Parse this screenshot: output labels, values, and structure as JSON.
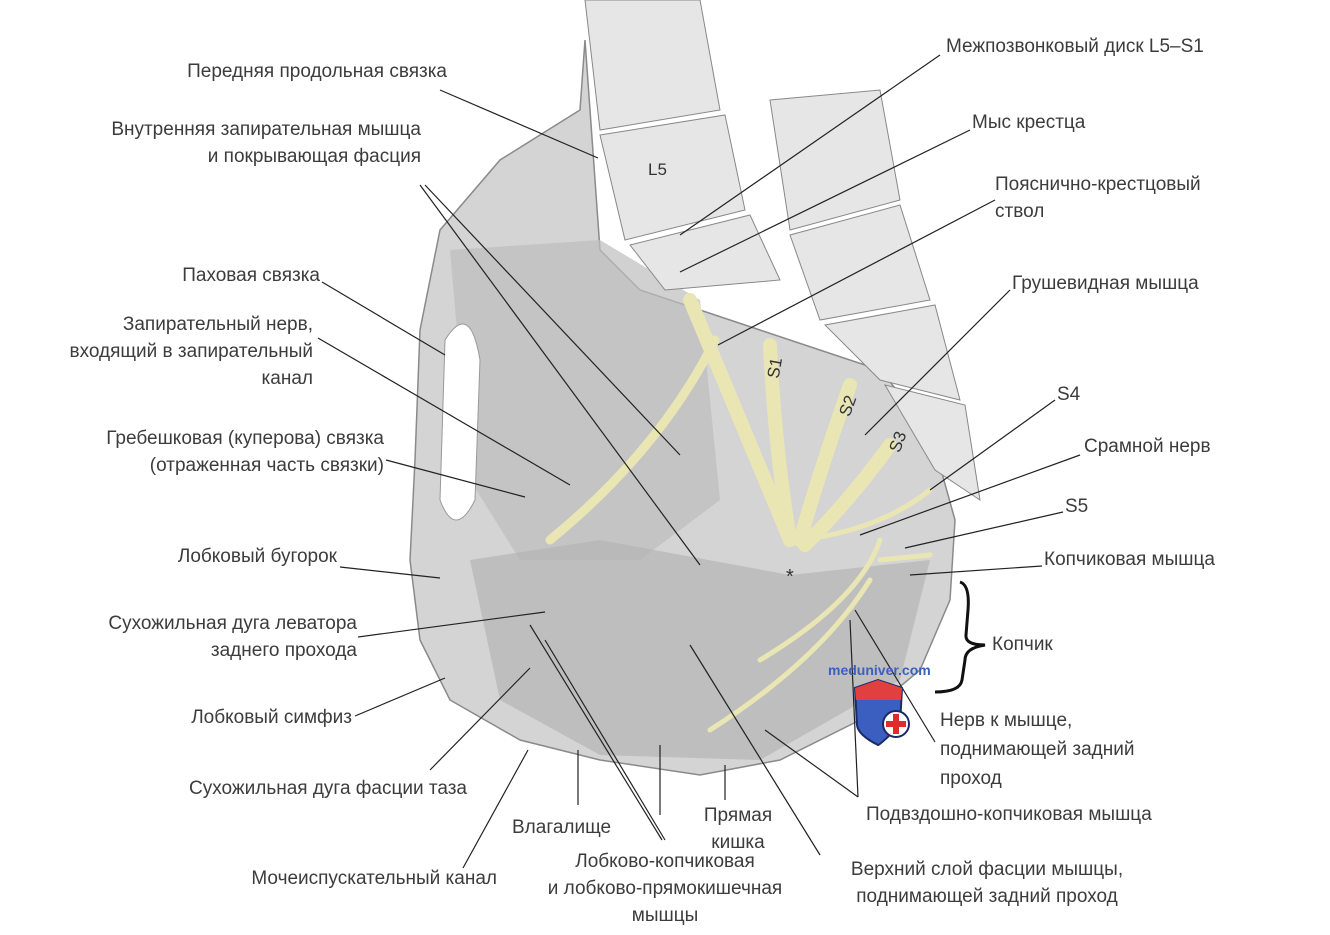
{
  "labels": {
    "anterior_longitudinal_ligament": "Передняя продольная связка",
    "obturator_internus_1": "Внутренняя запирательная мышца",
    "obturator_internus_2": "и покрывающая фасция",
    "inguinal_ligament": "Паховая связка",
    "obturator_nerve_1": "Запирательный нерв,",
    "obturator_nerve_2": "входящий в запирательный",
    "obturator_nerve_3": "канал",
    "pectineal_ligament_1": "Гребешковая (куперова) связка",
    "pectineal_ligament_2": "(отраженная часть связки)",
    "pubic_tubercle": "Лобковый бугорок",
    "tendinous_arch_levator_1": "Сухожильная дуга леватора",
    "tendinous_arch_levator_2": "заднего прохода",
    "pubic_symphysis": "Лобковый симфиз",
    "tendinous_arch_fascia": "Сухожильная дуга фасции таза",
    "urethra": "Мочеиспускательный канал",
    "vagina": "Влагалище",
    "pubococcygeus_1": "Лобково-копчиковая",
    "pubococcygeus_2": "и лобково-прямокишечная",
    "pubococcygeus_3": "мышцы",
    "rectum_1": "Прямая",
    "rectum_2": "кишка",
    "superior_fascia_1": "Верхний слой фасции мышцы,",
    "superior_fascia_2": "поднимающей задний проход",
    "iliococcygeus": "Подвздошно-копчиковая мышца",
    "disc_l5_s1": "Межпозвонковый диск L5–S1",
    "sacral_promontory": "Мыс крестца",
    "lumbosacral_trunk_1": "Пояснично-крестцовый",
    "lumbosacral_trunk_2": "ствол",
    "piriformis": "Грушевидная мышца",
    "s4": "S4",
    "pudendal_nerve": "Срамной нерв",
    "s5": "S5",
    "coccygeus": "Копчиковая мышца",
    "coccyx": "Копчик",
    "nerve_levator_1": "Нерв к мышце,",
    "nerve_levator_2": "поднимающей задний",
    "nerve_levator_3": "проход"
  },
  "inner_labels": {
    "l5": "L5",
    "s1": "S1",
    "s2": "S2",
    "s3": "S3",
    "asterisk": "*"
  },
  "watermark": "meduniver.com",
  "colors": {
    "nerve": "#e9e6b4",
    "tissue": "#c9c9c9",
    "line": "#222222"
  }
}
